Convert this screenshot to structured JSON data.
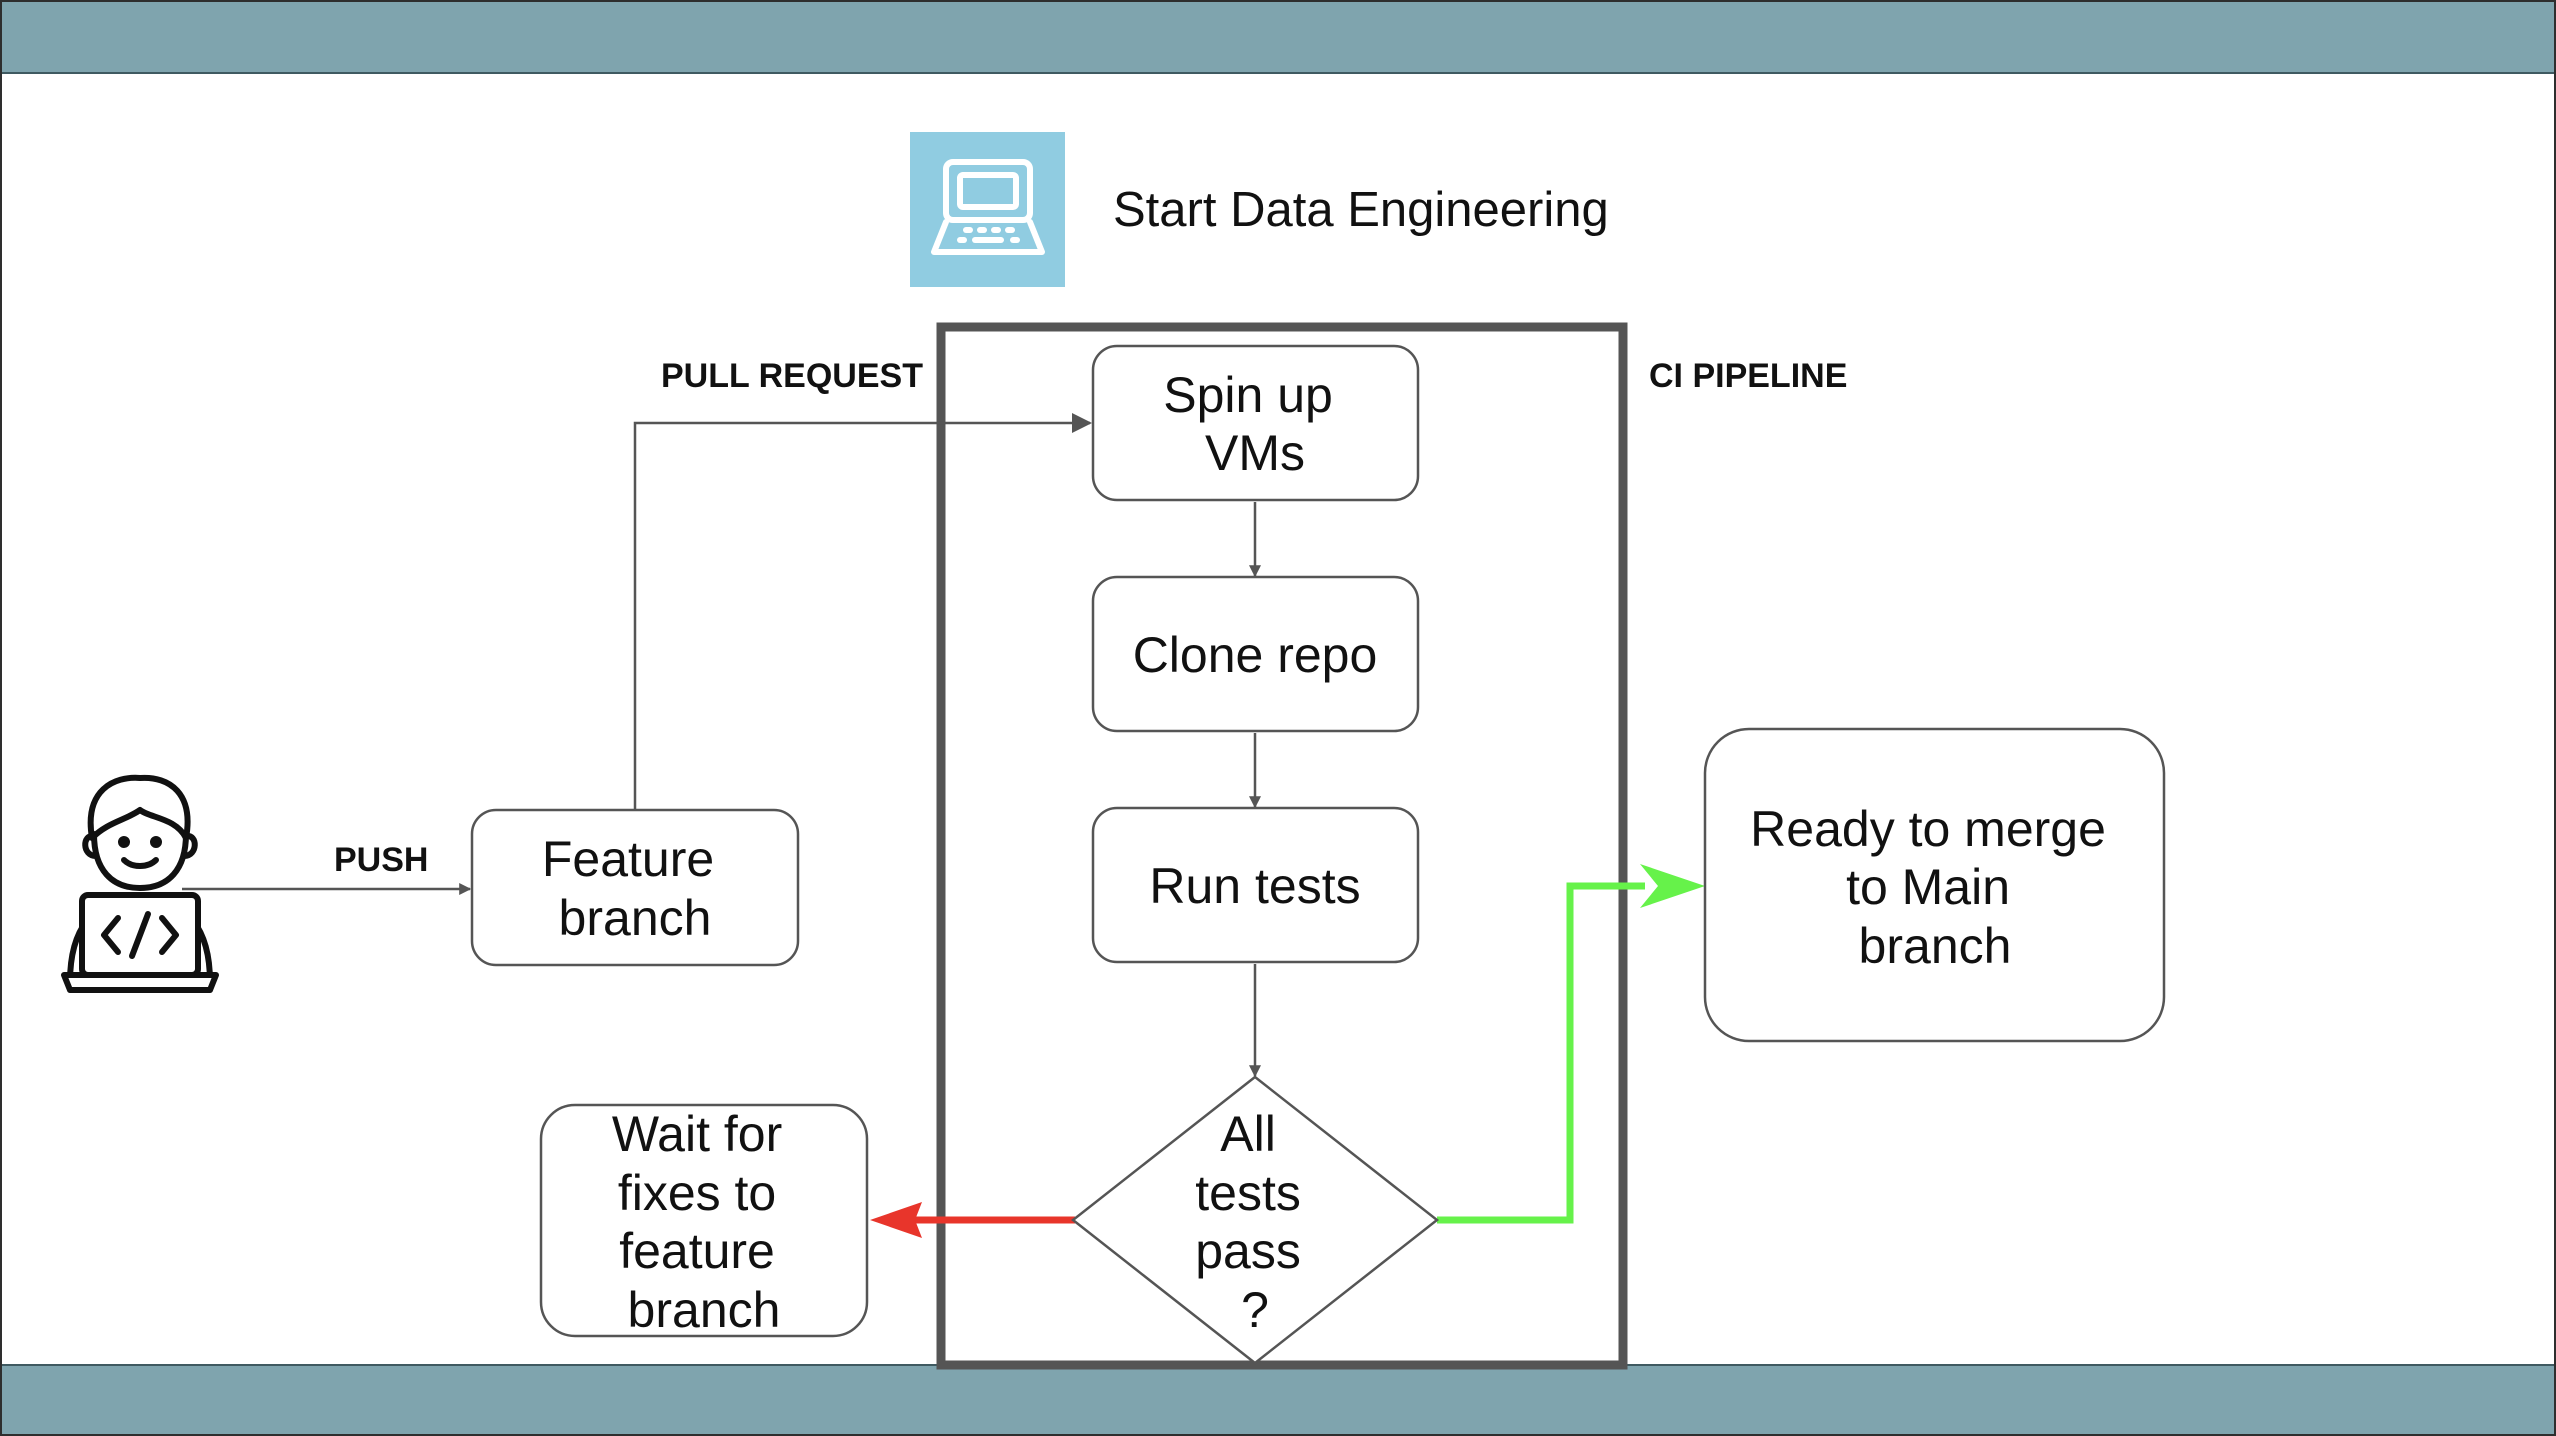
{
  "brand": {
    "title": "Start Data Engineering",
    "logo_icon": "laptop-icon",
    "logo_color": "#90cce1"
  },
  "developer": {
    "icon": "developer-coding-laptop-icon"
  },
  "edges": {
    "push_label": "PUSH",
    "pull_request_label": "PULL REQUEST",
    "ci_pipeline_label": "CI PIPELINE",
    "pass_color": "#66f24a",
    "fail_color": "#e8352b"
  },
  "nodes": {
    "feature_branch": [
      "Feature",
      "branch"
    ],
    "spin_up_vms": [
      "Spin up",
      "VMs"
    ],
    "clone_repo": [
      "Clone repo"
    ],
    "run_tests": [
      "Run tests"
    ],
    "decision": [
      "All",
      "tests",
      "pass",
      "?"
    ],
    "ready_to_merge": [
      "Ready to merge",
      "to Main",
      "branch"
    ],
    "wait_for_fixes": [
      "Wait for",
      "fixes to",
      "feature",
      "branch"
    ]
  },
  "colors": {
    "band": "#7fa4ae",
    "pipeline_frame": "#555555"
  }
}
